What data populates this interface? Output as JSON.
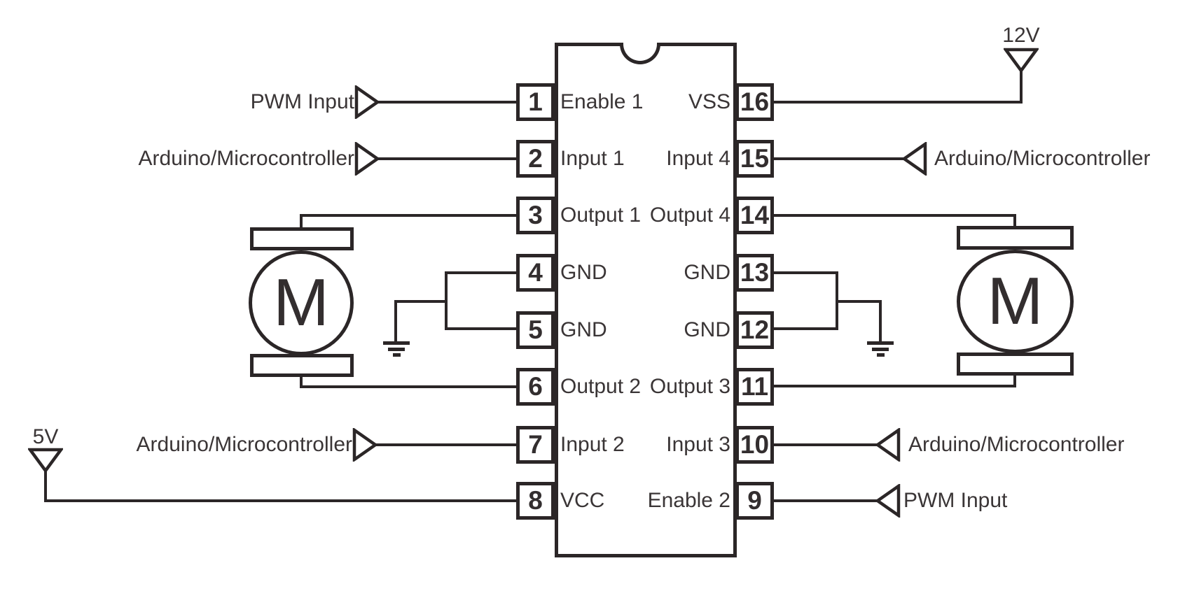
{
  "ic": {
    "rows": [
      {
        "num_left": "1",
        "label_left": "Enable 1",
        "label_right": "VSS",
        "num_right": "16"
      },
      {
        "num_left": "2",
        "label_left": "Input 1",
        "label_right": "Input 4",
        "num_right": "15"
      },
      {
        "num_left": "3",
        "label_left": "Output 1",
        "label_right": "Output 4",
        "num_right": "14"
      },
      {
        "num_left": "4",
        "label_left": "GND",
        "label_right": "GND",
        "num_right": "13"
      },
      {
        "num_left": "5",
        "label_left": "GND",
        "label_right": "GND",
        "num_right": "12"
      },
      {
        "num_left": "6",
        "label_left": "Output 2",
        "label_right": "Output 3",
        "num_right": "11"
      },
      {
        "num_left": "7",
        "label_left": "Input 2",
        "label_right": "Input 3",
        "num_right": "10"
      },
      {
        "num_left": "8",
        "label_left": "VCC",
        "label_right": "Enable 2",
        "num_right": "9"
      }
    ]
  },
  "connections": {
    "pin1_source": "PWM Input",
    "pin2_source": "Arduino/Microcontroller",
    "pin7_source": "Arduino/Microcontroller",
    "pin15_source": "Arduino/Microcontroller",
    "pin10_source": "Arduino/Microcontroller",
    "pin9_source": "PWM Input"
  },
  "supplies": {
    "logic": "5V",
    "motor": "12V"
  },
  "motors": {
    "left": "M",
    "right": "M"
  },
  "colors": {
    "stroke": "#2b2627",
    "text": "#3a3536",
    "background": "#ffffff"
  }
}
